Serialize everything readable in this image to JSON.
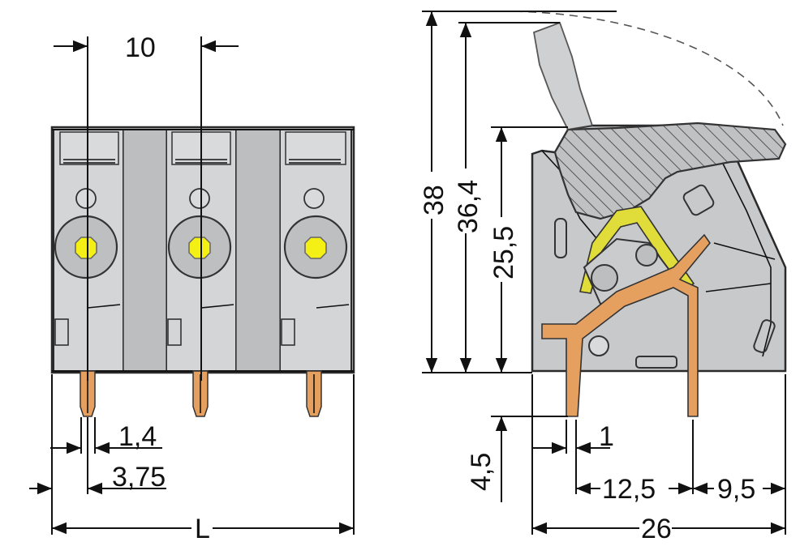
{
  "dimensions": {
    "pitch": "10",
    "pin_width": "1,4",
    "pin_offset": "3,75",
    "length": "L",
    "height_total": "38",
    "height_lever": "36,4",
    "height_body": "25,5",
    "pin_length": "4,5",
    "pin_thickness": "1",
    "pin_spacing": "12,5",
    "rear_offset": "9,5",
    "depth": "26"
  },
  "colors": {
    "housing": "#c7c9cb",
    "pin": "#e5a060",
    "button": "#f4ef14",
    "clamp_spring": "#e0dc3a"
  }
}
